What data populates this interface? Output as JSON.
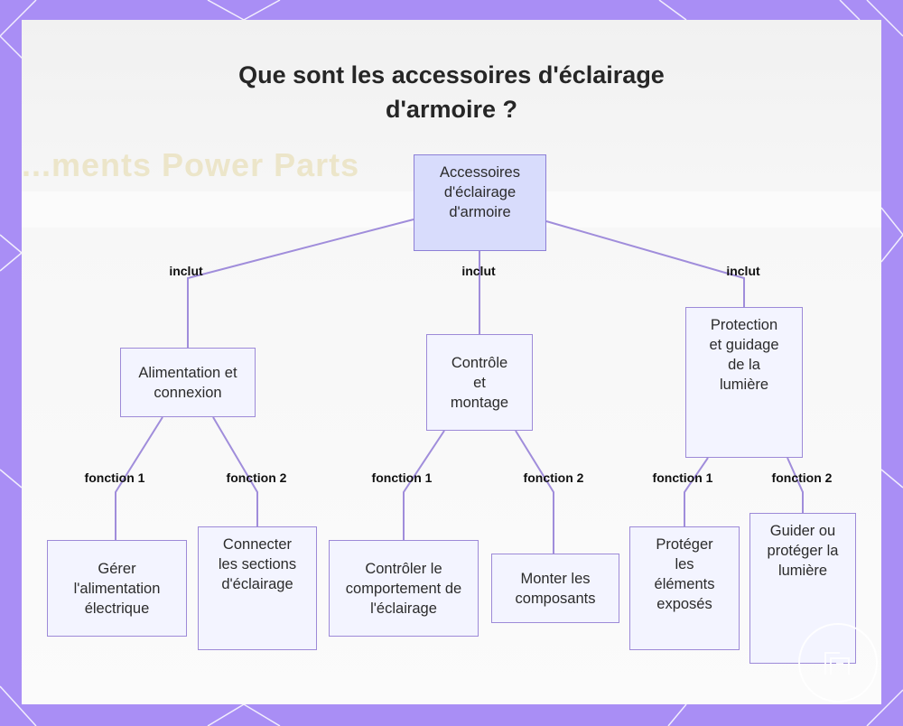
{
  "title": {
    "line1": "Que sont les accessoires d'éclairage",
    "line2": "d'armoire ?"
  },
  "background_text": "...ments Power Parts",
  "root": {
    "label": "Accessoires d'éclairage d'armoire"
  },
  "branches": [
    {
      "edge_label": "inclut",
      "label": "Alimentation et connexion",
      "children": [
        {
          "edge_label": "fonction 1",
          "label": "Gérer l'alimentation électrique"
        },
        {
          "edge_label": "fonction 2",
          "label": "Connecter les sections d'éclairage"
        }
      ]
    },
    {
      "edge_label": "inclut",
      "label": "Contrôle et montage",
      "children": [
        {
          "edge_label": "fonction 1",
          "label": "Contrôler le comportement de l'éclairage"
        },
        {
          "edge_label": "fonction 2",
          "label": "Monter les composants"
        }
      ]
    },
    {
      "edge_label": "inclut",
      "label": "Protection et guidage de la lumière",
      "children": [
        {
          "edge_label": "fonction 1",
          "label": "Protéger les éléments exposés"
        },
        {
          "edge_label": "fonction 2",
          "label": "Guider ou protéger la lumière"
        }
      ]
    }
  ],
  "colors": {
    "frame": "#a98ef5",
    "node_fill": "#f3f4ff",
    "root_fill": "#d8dcfc",
    "connector": "#a08ddb",
    "border": "#9d8ad8"
  }
}
